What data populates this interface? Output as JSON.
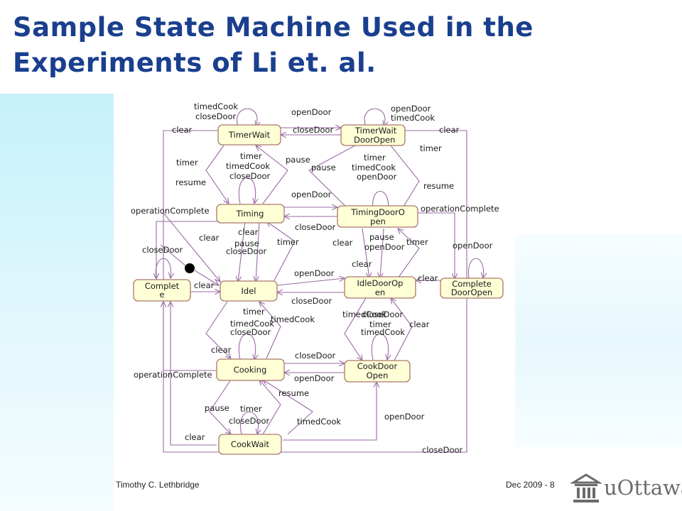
{
  "slide": {
    "title_line1": "Sample State Machine Used in the",
    "title_line2": "Experiments of Li et. al."
  },
  "diagram": {
    "states": {
      "timerwait": "TimerWait",
      "timerwait_dooropen_1": "TimerWait",
      "timerwait_dooropen_2": "DoorOpen",
      "timing": "Timing",
      "timingdooropen_1": "TimingDoorO",
      "timingdooropen_2": "pen",
      "complete_1": "Complet",
      "complete_2": "e",
      "idel": "Idel",
      "idledooropen_1": "IdleDoorOp",
      "idledooropen_2": "en",
      "completedooropen_1": "Complete",
      "completedooropen_2": "DoorOpen",
      "cooking": "Cooking",
      "cookdooropen_1": "CookDoor",
      "cookdooropen_2": "Open",
      "cookwait": "CookWait"
    },
    "labels": {
      "timedcook": "timedCook",
      "closedoor": "closeDoor",
      "opendoor": "openDoor",
      "clear": "clear",
      "timer": "timer",
      "pause": "pause",
      "resume": "resume",
      "operationcomplete": "operationComplete",
      "timedcook_closedoor": "timedCook closeDoor"
    }
  },
  "footer": {
    "author": "Timothy C. Lethbridge",
    "date_page": "Dec 2009 - 8",
    "logo_text": "uOttawa"
  },
  "colors": {
    "title": "#1a3f8e",
    "state_fill": "#ffffd6",
    "state_border": "#a9786d",
    "edge": "#9a6aa4"
  }
}
